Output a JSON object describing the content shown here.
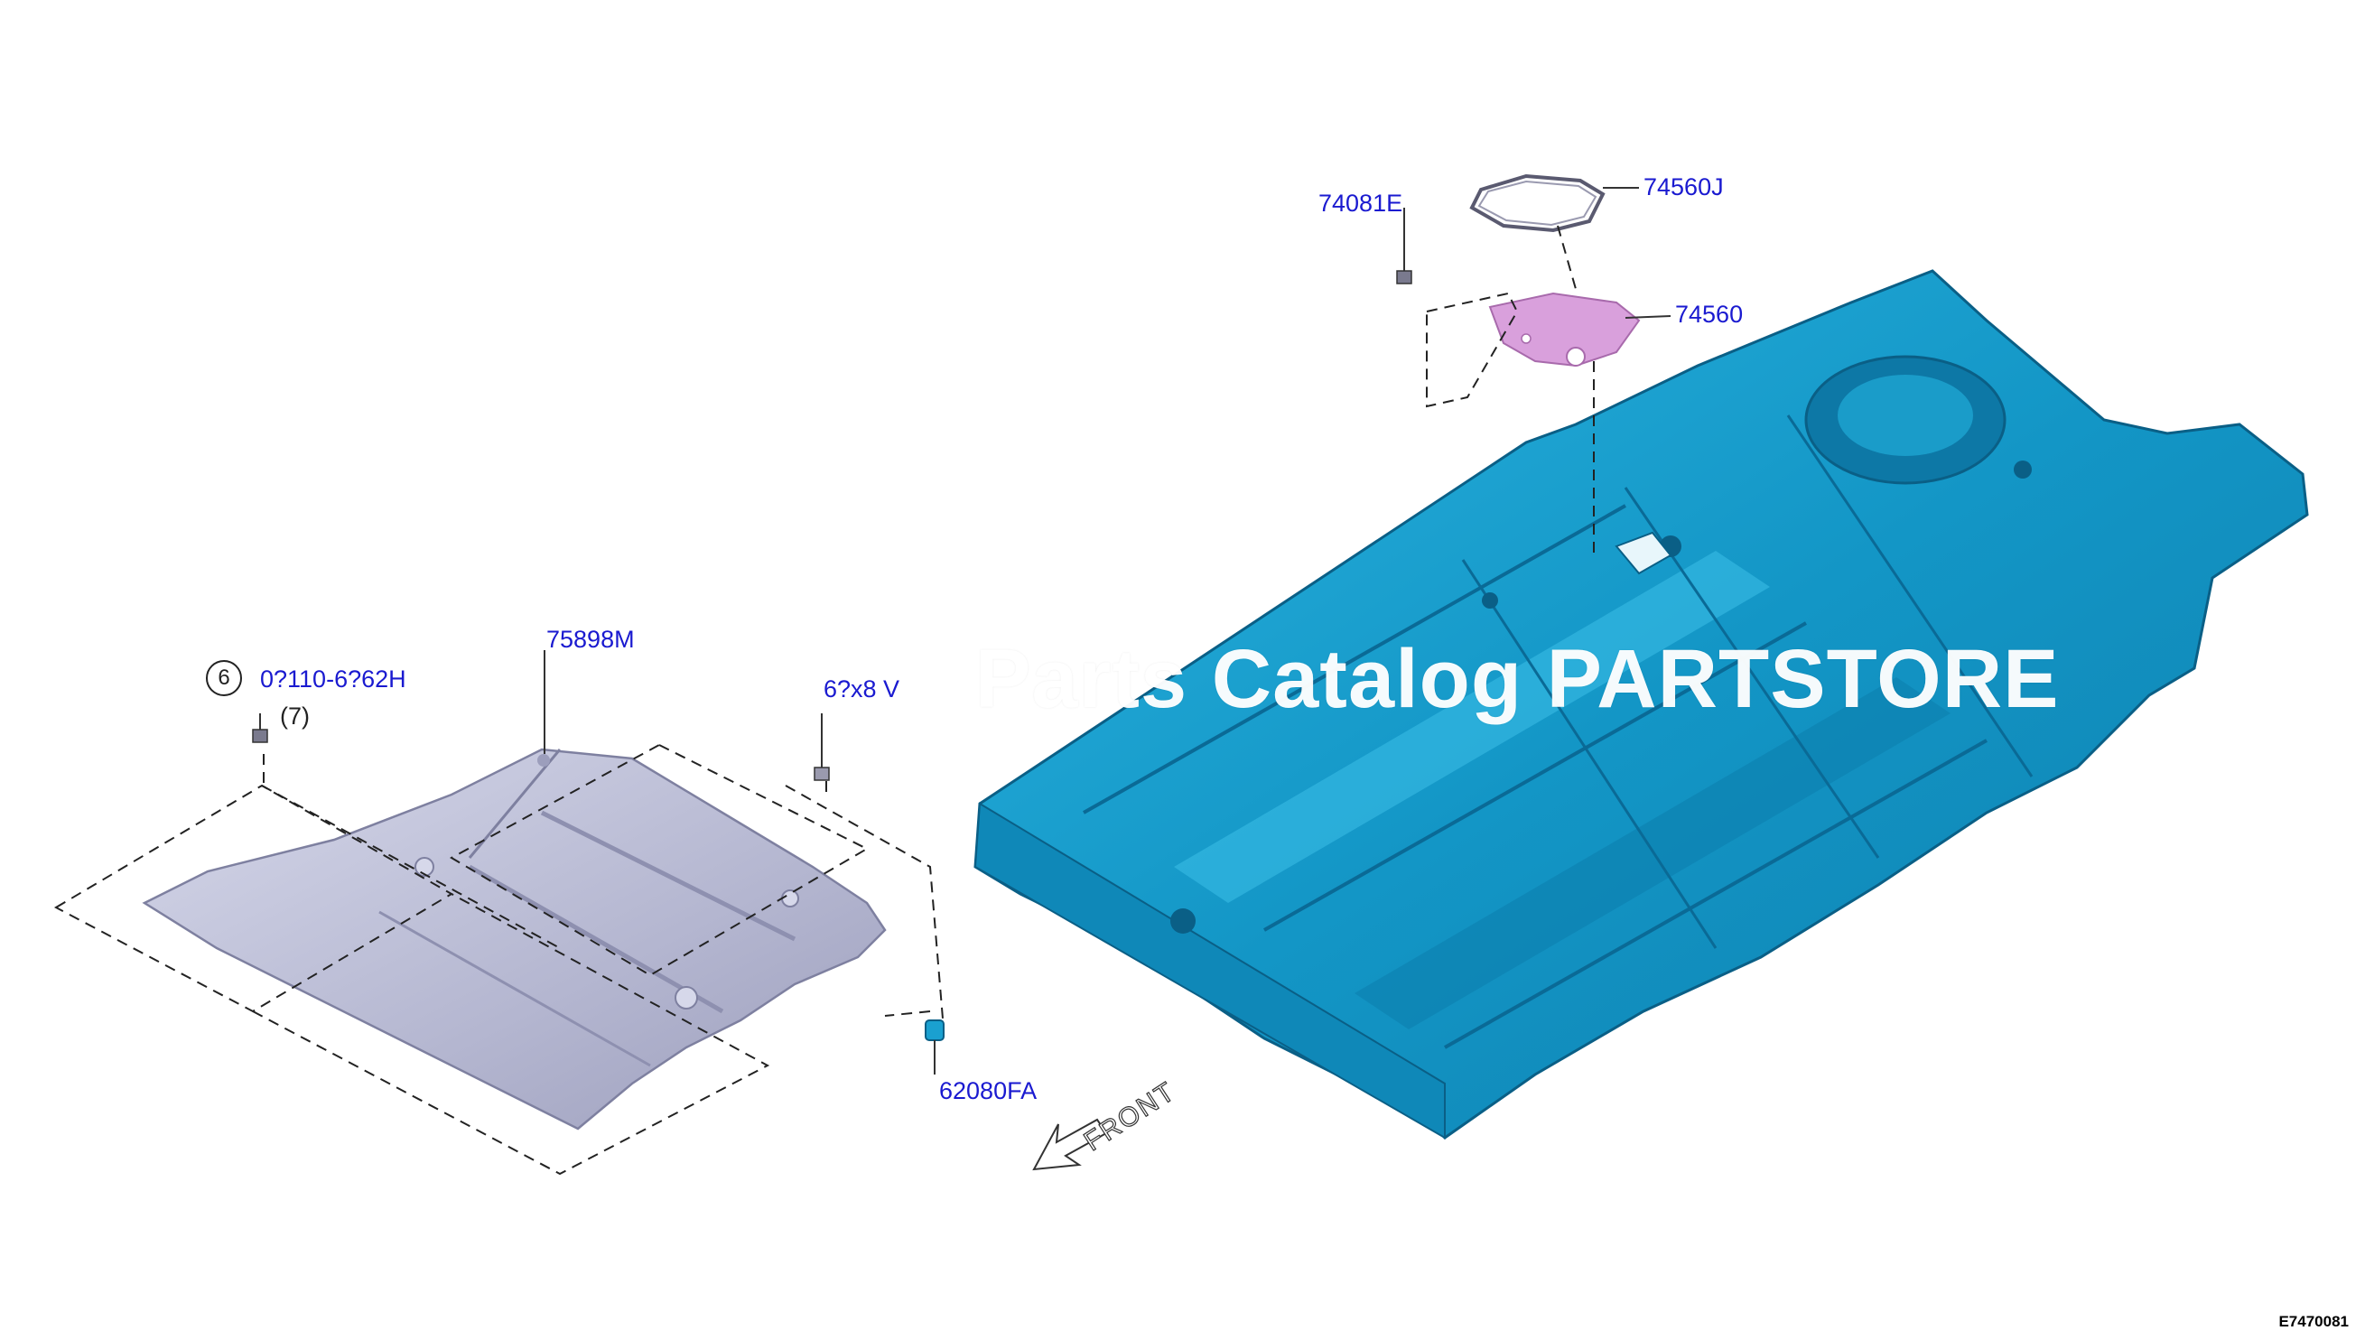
{
  "labels": {
    "p74560J": "74560J",
    "p74081E": "74081E",
    "p74560": "74560",
    "p75898M": "75898M",
    "p0710_62H": "0?110-6?62H",
    "p62x8V": "6?x8 V",
    "p62080FA": "62080FA"
  },
  "callouts": {
    "six": "6",
    "seven": "(7)"
  },
  "front_label": "FRONT",
  "watermark": "Parts Catalog PARTSTORE",
  "diagram_code": "E7470081",
  "colors": {
    "label": "#1a1ad0",
    "floor": "#1aa0d0",
    "shield": "#b9bbd6",
    "insulator": "#d9a0dc"
  }
}
